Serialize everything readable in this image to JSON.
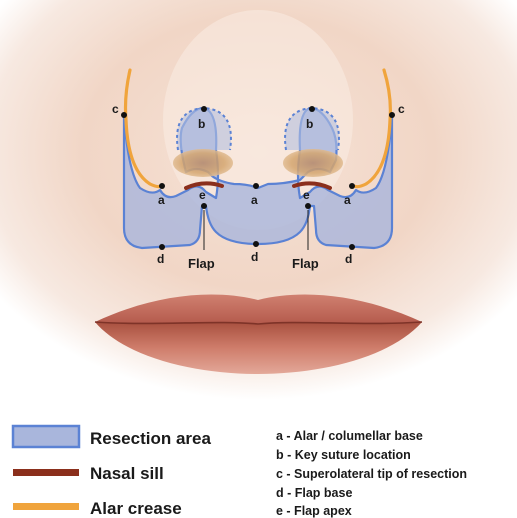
{
  "figure": {
    "points": {
      "a": "a",
      "b": "b",
      "c": "c",
      "d": "d",
      "e": "e"
    },
    "flap_label": "Flap",
    "colors": {
      "resection_fill": "#a9b6dc",
      "resection_stroke": "#5b82d4",
      "nasal_sill": "#8b2f1c",
      "alar_crease": "#f0a43c",
      "skin": "#f3d8c8",
      "lips": "#c46a5a"
    }
  },
  "legend": {
    "resection_area": "Resection area",
    "nasal_sill": "Nasal sill",
    "alar_crease": "Alar crease"
  },
  "key": {
    "a": "a - Alar / columellar base",
    "b": "b - Key suture location",
    "c": "c - Superolateral tip of resection",
    "d": "d - Flap base",
    "e": "e - Flap apex"
  }
}
